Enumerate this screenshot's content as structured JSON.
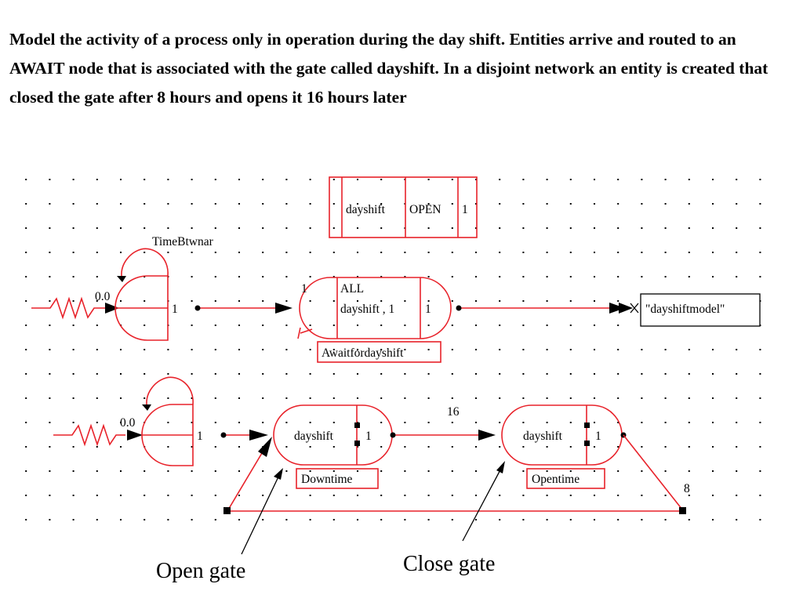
{
  "description": "Model the activity of a process only in operation during the day shift.  Entities arrive and routed to an AWAIT node that is associated with the gate called dayshift.  In a disjoint network an entity is created  that closed the gate after 8 hours and opens it 16 hours later",
  "gate_node": {
    "name": "dayshift",
    "state": "OPEN",
    "count": "1"
  },
  "create_node_1": {
    "label": "TimeBtwnar",
    "time": "0.0",
    "max": "1"
  },
  "await_node": {
    "capacity": "1",
    "rule": "ALL",
    "gate": "dayshift , 1",
    "count": "1",
    "label": "Awaitfordayshift"
  },
  "term_node": {
    "label": "\"dayshiftmodel\""
  },
  "create_node_2": {
    "time": "0.0",
    "max": "1"
  },
  "close_node": {
    "gate": "dayshift",
    "count": "1",
    "label": "Downtime"
  },
  "open_node": {
    "gate": "dayshift",
    "count": "1",
    "label": "Opentime"
  },
  "activity_16": "16",
  "activity_8": "8",
  "callouts": {
    "open_gate": "Open gate",
    "close_gate": "Close gate"
  },
  "colors": {
    "node": "#e8222a",
    "text": "#000000"
  }
}
